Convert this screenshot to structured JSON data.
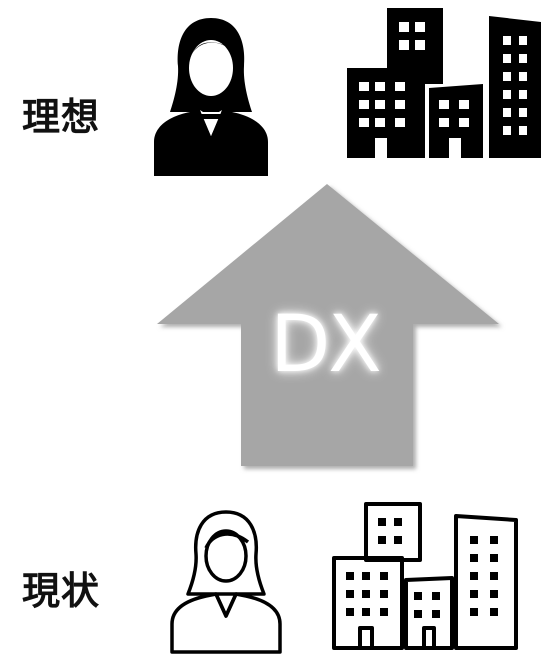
{
  "top_row": {
    "label": "理想",
    "person_icon": "businesswoman-filled-icon",
    "building_icon": "office-buildings-filled-icon"
  },
  "arrow": {
    "text": "DX",
    "color": "#a6a6a6",
    "direction": "up"
  },
  "bottom_row": {
    "label": "現状",
    "person_icon": "businesswoman-outline-icon",
    "building_icon": "office-buildings-outline-icon"
  }
}
